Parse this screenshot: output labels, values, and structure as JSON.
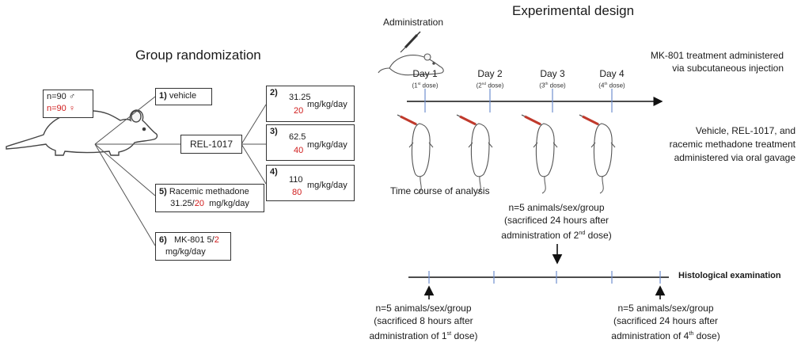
{
  "left": {
    "title": "Group randomization",
    "counts": {
      "male": "n=90 ♂",
      "female": "n=90 ♀"
    },
    "groups": {
      "g1": {
        "num": "1)",
        "label": "vehicle"
      },
      "rel": {
        "label": "REL-1017"
      },
      "g2": {
        "num": "2)",
        "dose_black": "31.25",
        "dose_red": "20",
        "unit": "mg/kg/day"
      },
      "g3": {
        "num": "3)",
        "dose_black": "62.5",
        "dose_red": "40",
        "unit": "mg/kg/day"
      },
      "g4": {
        "num": "4)",
        "dose_black": "110",
        "dose_red": "80",
        "unit": "mg/kg/day"
      },
      "g5": {
        "num": "5)",
        "label": "Racemic methadone",
        "dose_black": "31.25/",
        "dose_red": "20",
        "unit": "mg/kg/day"
      },
      "g6": {
        "num": "6)",
        "label": "MK-801 5/",
        "dose_red": "2",
        "unit": "mg/kg/day"
      }
    }
  },
  "right": {
    "title": "Experimental design",
    "administration": "Administration",
    "days": [
      {
        "label": "Day 1",
        "dose_num": "1",
        "dose_sup": "st",
        "dose_word": "dose"
      },
      {
        "label": "Day 2",
        "dose_num": "2",
        "dose_sup": "nd",
        "dose_word": "dose"
      },
      {
        "label": "Day 3",
        "dose_num": "3",
        "dose_sup": "th",
        "dose_word": "dose"
      },
      {
        "label": "Day 4",
        "dose_num": "4",
        "dose_sup": "th",
        "dose_word": "dose"
      }
    ],
    "mk801_note": [
      "MK-801 treatment administered",
      "via subcutaneous injection"
    ],
    "oral_note": [
      "Vehicle, REL-1017, and",
      "racemic methadone treatment",
      "administered via oral gavage"
    ],
    "time_course": "Time course of analysis",
    "middle_note": [
      "n=5 animals/sex/group",
      "(sacrificed 24 hours after",
      "administration of 2",
      "nd",
      " dose)"
    ],
    "histology": "Histological examination",
    "left_note": [
      "n=5 animals/sex/group",
      "(sacrificed 8 hours after",
      "administration of 1",
      "st",
      " dose)"
    ],
    "right_note": [
      "n=5 animals/sex/group",
      "(sacrificed 24 hours after",
      "administration of 4",
      "th",
      " dose)"
    ]
  }
}
